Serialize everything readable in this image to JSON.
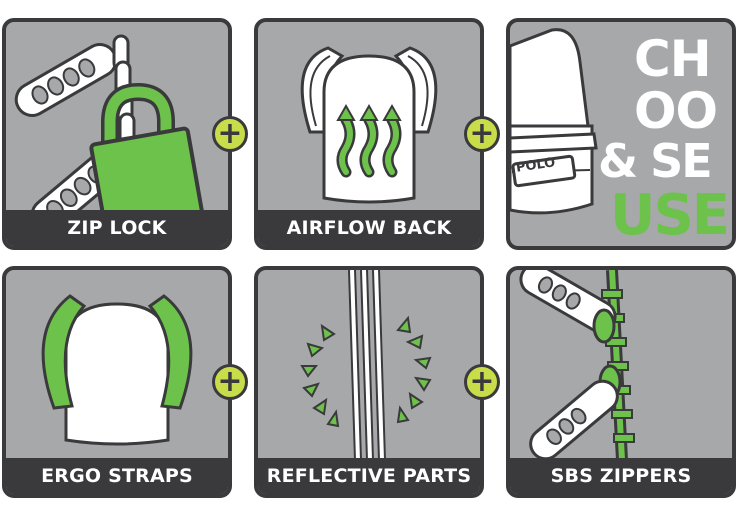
{
  "tiles": [
    {
      "label": "ZIP LOCK",
      "icon": "padlock-zipper-icon"
    },
    {
      "label": "AIRFLOW BACK",
      "icon": "airflow-back-icon"
    },
    {
      "label": "",
      "icon": "choose-use-icon"
    },
    {
      "label": "ERGO STRAPS",
      "icon": "ergo-straps-icon"
    },
    {
      "label": "REFLECTIVE PARTS",
      "icon": "reflective-parts-icon"
    },
    {
      "label": "SBS ZIPPERS",
      "icon": "sbs-zippers-icon"
    }
  ],
  "choose_use": {
    "line1": "CH",
    "line2": "OO",
    "line3": "& SE",
    "line4": "USE",
    "brand": "POLO"
  },
  "plus_symbol": "+",
  "colors": {
    "tile_bg": "#a7a8aa",
    "frame": "#3a3a3c",
    "green": "#6cc24a",
    "plus_bg": "#c9dc4a",
    "white": "#ffffff"
  }
}
